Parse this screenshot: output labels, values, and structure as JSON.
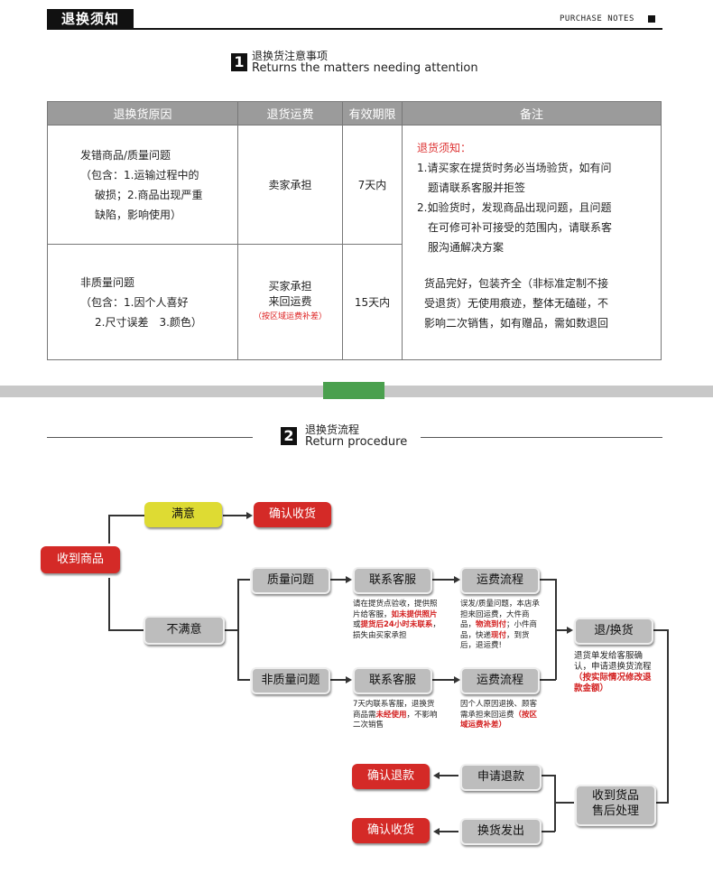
{
  "header": {
    "title": "退换须知",
    "right_text": "PURCHASE NOTES"
  },
  "section1": {
    "number": "1",
    "title_cn": "退换货注意事项",
    "title_en": "Returns the matters needing attention"
  },
  "table": {
    "headers": [
      "退换货原因",
      "退货运费",
      "有效期限",
      "备注"
    ],
    "row1": {
      "reason_lines": [
        "发错商品/质量问题",
        "（包含：1.运输过程中的",
        "破损；2.商品出现严重",
        "缺陷，影响使用）"
      ],
      "fee": "卖家承担",
      "period": "7天内"
    },
    "row2": {
      "reason_lines": [
        "非质量问题",
        "（包含：1.因个人喜好",
        "2.尺寸误差　3.颜色）"
      ],
      "fee_lines": [
        "买家承担",
        "来回运费"
      ],
      "fee_note": "（按区域运费补差）",
      "period": "15天内"
    },
    "remarks": {
      "title": "退货须知：",
      "item1_lines": [
        "1.请买家在提货时务必当场验货，如有问",
        "题请联系客服并拒签"
      ],
      "item2_lines": [
        "2.如验货时，发现商品出现问题，且问题",
        "在可修可补可接受的范围内，请联系客",
        "服沟通解决方案"
      ],
      "para_lines": [
        "货品完好，包装齐全（非标准定制不接",
        "受退货）无使用痕迹，整体无磕碰，不",
        "影响二次销售，如有赠品，需如数退回"
      ]
    }
  },
  "section2": {
    "number": "2",
    "title_cn": "退换货流程",
    "title_en": "Return procedure"
  },
  "flow": {
    "receive": "收到商品",
    "satisfied": "满意",
    "confirm_receipt_top": "确认收货",
    "unsatisfied": "不满意",
    "quality": "质量问题",
    "non_quality": "非质量问题",
    "contact1": "联系客服",
    "contact2": "联系客服",
    "fee_flow1": "运费流程",
    "fee_flow2": "运费流程",
    "return_exchange": "退/换货",
    "after_sale_lines": [
      "收到货品",
      "售后处理"
    ],
    "apply_refund": "申请退款",
    "confirm_refund": "确认退款",
    "ship_exchange": "换货发出",
    "confirm_receipt_bottom": "确认收货",
    "desc_contact1": {
      "a": "请在提货点验收，提供照片给客服，",
      "r1": "如未提供照片",
      "b": "或",
      "r2": "提货后24小时未联系",
      "c": "，损失由买家承担"
    },
    "desc_fee1": {
      "a": "误发/质量问题，本店承担来回运费，大件商品，",
      "r1": "物流到付",
      "b": "；小件商品，快递",
      "r2": "现付",
      "c": "，到货后，退运费!"
    },
    "desc_contact2": {
      "a": "7天内联系客服，退换货商品需",
      "r1": "未经使用",
      "b": "，不影响二次销售"
    },
    "desc_fee2": {
      "a": "因个人原因退换、顾客需承担来回运费",
      "r1": "（按区域运费补差）"
    },
    "desc_return": {
      "a": "退货单发给客服确认，申请退换货流程",
      "r1": "（按实际情况修改退款金额）"
    }
  }
}
